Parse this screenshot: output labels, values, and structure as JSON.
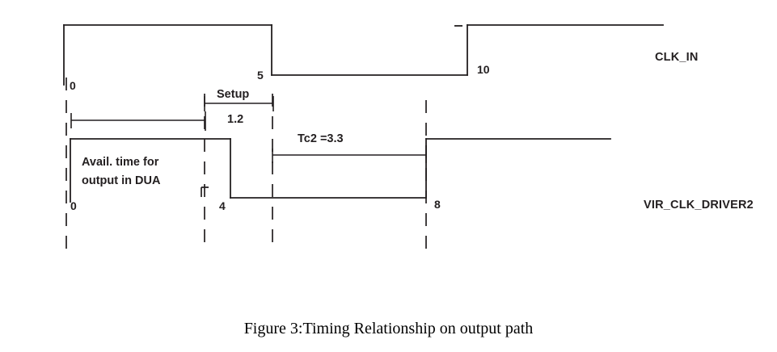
{
  "figure": {
    "caption": "Figure 3:Timing Relationship on output path",
    "background_color": "#ffffff",
    "line_color": "#231f20",
    "text_color": "#231f20"
  },
  "signals": [
    {
      "name": "CLK_IN",
      "label": "CLK_IN",
      "edges": [
        {
          "time": "0",
          "type": "rise"
        },
        {
          "time": "5",
          "type": "fall"
        },
        {
          "time": "10",
          "type": "rise"
        }
      ]
    },
    {
      "name": "VIR_CLK_DRIVER2",
      "label": "VIR_CLK_DRIVER2",
      "edges": [
        {
          "time": "0",
          "type": "rise"
        },
        {
          "time": "4",
          "type": "fall"
        },
        {
          "time": "8",
          "type": "rise"
        }
      ]
    }
  ],
  "tick_labels": {
    "clkin_t0": "0",
    "clkin_t5": "5",
    "clkin_t10": "10",
    "vir_t0": "0",
    "vir_t4": "4",
    "vir_t8": "8"
  },
  "annotations": {
    "setup_label": "Setup",
    "setup_value": "1.2",
    "avail_time_line1": "Avail. time for",
    "avail_time_line2": "output in DUA",
    "tc2_label": "Tc2 =3.3"
  },
  "chart_data": {
    "type": "line",
    "title": "Figure 3:Timing Relationship on output path",
    "xlabel": "",
    "ylabel": "",
    "series": [
      {
        "name": "CLK_IN",
        "x": [
          0,
          0,
          5,
          5,
          10,
          10,
          13
        ],
        "values": [
          0,
          1,
          1,
          0,
          0,
          1,
          1
        ]
      },
      {
        "name": "VIR_CLK_DRIVER2",
        "x": [
          0,
          0,
          4,
          4,
          8,
          8,
          11.5
        ],
        "values": [
          0,
          1,
          1,
          0,
          0,
          1,
          1
        ]
      }
    ],
    "measurements": [
      {
        "label": "Setup",
        "value": 1.2,
        "from": 3.8,
        "to": 5.0,
        "signal": "VIR_CLK_DRIVER2"
      },
      {
        "label": "Avail. time for output in DUA",
        "value": null,
        "from": 0,
        "to": 3.8,
        "signal": "VIR_CLK_DRIVER2"
      },
      {
        "label": "Tc2 =3.3",
        "value": 3.3,
        "from": 5.0,
        "to": 8.0,
        "signal": "VIR_CLK_DRIVER2"
      }
    ],
    "grid": false,
    "legend": "right"
  }
}
